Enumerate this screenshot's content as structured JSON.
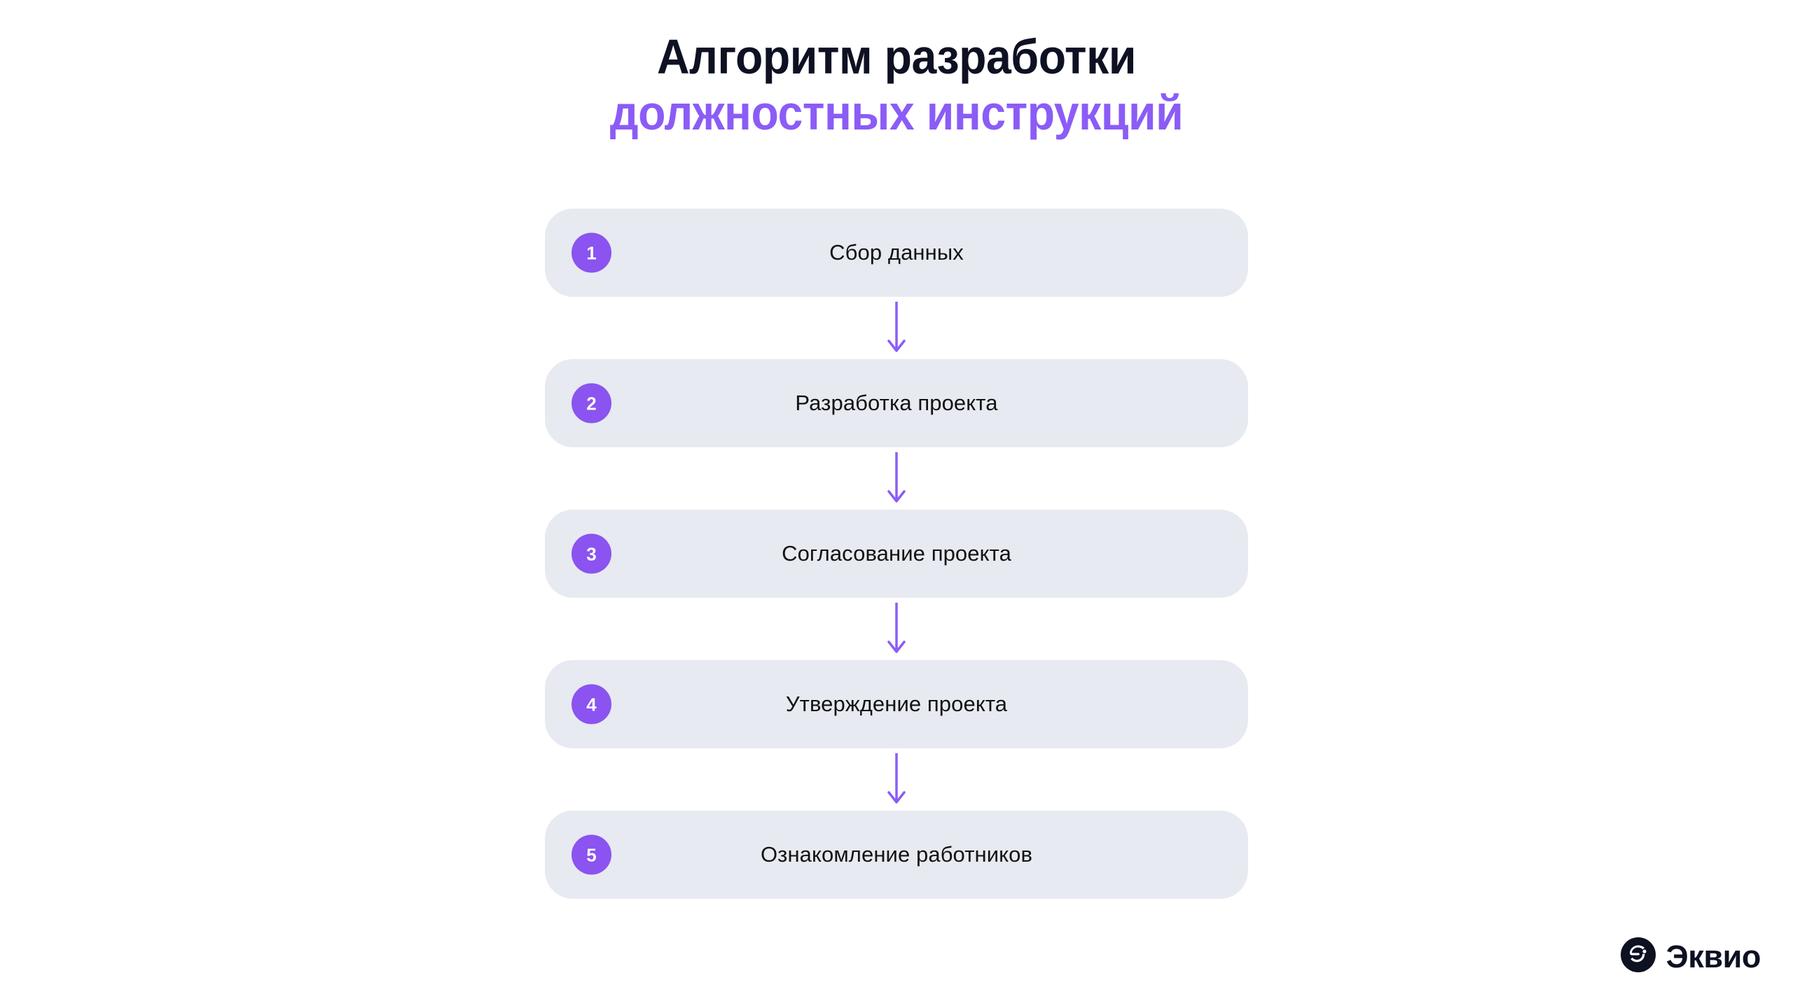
{
  "page": {
    "background_color": "#FFFFFF",
    "accent_color": "#8B5CF6",
    "badge_color": "#8B53F0",
    "card_color": "#E7EAF0",
    "dark_color": "#0D1122"
  },
  "title": {
    "line1": "Алгоритм разработки",
    "line2": "должностных инструкций"
  },
  "flow": {
    "steps": [
      {
        "number": "1",
        "label": "Сбор данных"
      },
      {
        "number": "2",
        "label": "Разработка проекта"
      },
      {
        "number": "3",
        "label": "Согласование проекта"
      },
      {
        "number": "4",
        "label": "Утверждение проекта"
      },
      {
        "number": "5",
        "label": "Ознакомление работников"
      }
    ],
    "connector_icon": "arrow-down-icon"
  },
  "logo": {
    "mark_icon": "ekvio-circle-logo-icon",
    "word": "Эквио"
  }
}
